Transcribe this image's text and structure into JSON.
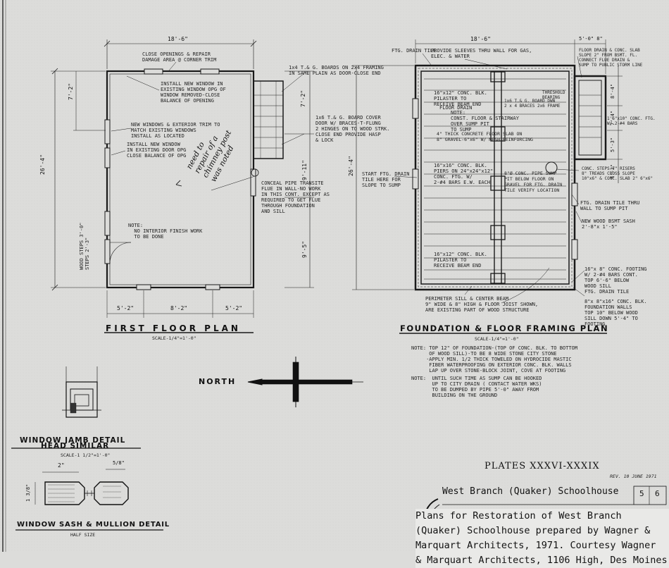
{
  "plans": {
    "first_floor": {
      "title": "FIRST FLOOR PLAN",
      "scale": "SCALE-1/4\"=1'-0\"",
      "dim_top": "18'-6\"",
      "dim_left_total": "26'-4\"",
      "dim_left_upper": "7'-2\"",
      "dim_right_upper": "7'-2\"",
      "dim_right_mid": "9'-11\"",
      "dim_right_lower": "9'-5\"",
      "dim_bottom": [
        "5'-2\"",
        "8'-2\"",
        "5'-2\""
      ],
      "notes": {
        "close_openings": "CLOSE OPENINGS & REPAIR\nDAMAGE AREA @ CORNER TRIM",
        "install_new_window": "INSTALL NEW WINDOW IN\nEXISTING WINDOW OPG OF\nWINDOW REMOVED-CLOSE\nBALANCE OF OPENING",
        "new_windows": "NEW WINDOWS & EXTERIOR TRIM TO\nMATCH EXISTING WINDOWS\nINSTALL AS LOCATED",
        "install_new_window_door": "INSTALL NEW WINDOW\nIN EXISTING DOOR OPG\nCLOSE BALANCE OF OPG",
        "tg_boards": "1x4 T.& G. BOARDS ON 2x4 FRAMING\nIN SAME PLAIN AS DOOR-CLOSE END",
        "tg_board_cover": "1x6 T.& G. BOARD COVER\nDOOR W/ BRACES-T-FLUNG\n2 HINGES ON TO WOOD STRK.\nCLOSE END PROVIDE HASP\n& LOCK",
        "conceal_pipe": "CONCEAL PIPE TRANSITE\nFLUE IN WALL-NO WORK\nIN THIS CONT. EXCEPT AS\nREQUIRED TO GET FLUE\nTHROUGH FOUNDATION\nAND SILL",
        "interior_note": "NOTE:\n  NO INTERIOR FINISH WORK\n  TO BE DONE",
        "wood_steps": "WOOD STEPS 3'-0\"\nSTEPS 2'-3\"",
        "handwritten": "need to\nrepair of a\nchimney post\nwas noted"
      }
    },
    "foundation": {
      "title": "FOUNDATION & FLOOR FRAMING PLAN",
      "scale": "SCALE-1/4\"=1'-0\"",
      "dim_top": "18'-6\"",
      "dim_top_right": "5'-0\" 8\"",
      "dim_left": "26'-4\"",
      "dim_right": [
        "8'-4\"",
        "7'-4\"",
        "5'-3\"",
        "4'-3\""
      ],
      "notes": {
        "ftg_drain_tile_top": "FTG. DRAIN TILE",
        "provide_sleeves": "PROVIDE SLEEVES THRU WALL FOR GAS,\nELEC. & WATER",
        "floor_drain": "FLOOR DRAIN & CONC. SLAB\nSLOPE 2\" FROM BSMT. FL.\nCONNECT FLUE DRAIN &\nSUMP TO PUBLIC STORM LINE",
        "pilaster_top": "16\"x12\" CONC. BLK.\nPILASTER TO\nRECEIVE BEAM END",
        "floor_drain_inner": "FLOOR DRAIN",
        "tg_board_dwn": "1x6 T.& G. BOARD DWN\n2 x 4 BRACES 2x6 FRAME",
        "note_const": "NOTE:\nCONST. FLOOR & STAIRWAY\nOVER SUMP PIT\nTO SUMP",
        "threshold": "THRESHOLD\nBEARING",
        "gravel": "4\" THICK CONCRETE FLOOR SLAB ON\n8\" GRAVEL-6\"x6\" W/ MESH REINFORCING",
        "conc_ftg_stair": "1'6\"x10\" CONC. FTG.\nW/ 2-#4 BARS",
        "pier_piers": "16\"x16\" CONC. BLK.\nPIERS ON 24\"x24\"x12\"\nCONC. FTG. W/\n2-#4 BARS E.W. EACH",
        "pipe_sump": "8\"Ø CONC. PIPE SUMP\nPIT BELOW FLOOR ON\nGRAVEL FOR FTG. DRAIN\nTILE VERIFY LOCATION",
        "start_ftg": "START FTG. DRAIN\nTILE HERE FOR\nSLOPE TO SUMP",
        "conc_steps": "CONC. STEPS 7\" RISERS\n8\" TREADS CROSS SLOPE\n10\"x6\" & CONC. SLAB 2\" 6\"x6\"",
        "ftg_drain_tile_wall": "FTG. DRAIN TILE THRU\nWALL TO SUMP PIT",
        "new_wood_sash": "NEW WOOD BSMT SASH\n2'-8\"x 1'-5\"",
        "pilaster_bottom": "16\"x12\" CONC. BLK.\nPILASTER TO\nRECEIVE BEAM END",
        "conc_footing": "16\"x 8\" CONC. FOOTING\nW/ 2-#4 BARS CONT.\nTOP 6'-6\" BELOW\nWOOD SILL",
        "ftg_drain_tile_bottom": "FTG. DRAIN TILE",
        "perimeter_sill": "PERIMETER SILL & CENTER BEAM\n9\" WIDE & 8\" HIGH & FLOOR JOIST SHOWN,\nARE EXISTING PART OF WOOD STRUCTURE",
        "foundation_walls": "8\"x 8\"x16\" CONC. BLK.\nFOUNDATION WALLS\nTOP 10\" BELOW WOOD\nSILL DOWN 5'-4\" TO\nFOOTING"
      },
      "note_block_1": "NOTE: TOP 12\" OF FOUNDATION-(TOP OF CONC. BLK. TO BOTTOM\n      OF WOOD SILL)-TO BE 8 WIDE STONE CITY STONE\n     ·APPLY MIN. 1/2 THICK TOWELED ON HYDROCIDE MASTIC\n      FIBER WATERPROOFING ON EXTERIOR CONC. BLK. WALLS\n      LAP UP OVER STONE-BLOCK JOINT, COVE AT FOOTING",
      "note_block_2": "NOTE:  UNTIL SUCH TIME AS SUMP CAN BE HOOKED\n       UP TO CITY DRAIN ( CONTACT WATER WKS)\n       TO BE DUMPED BY PIPE 5'-0\" AWAY FROM\n       BUILDING ON THE GROUND"
    },
    "north_label": "NORTH",
    "window_jamb": {
      "title_1": "WINDOW JAMB DETAIL",
      "title_2": "HEAD SIMILAR",
      "scale": "SCALE-1 1/2\"=1'-0\""
    },
    "window_sash": {
      "title": "WINDOW SASH & MULLION DETAIL",
      "scale": "HALF SIZE",
      "dim_2": "2\"",
      "dim_58": "5/8\"",
      "dim_138": "1 3/8\""
    }
  },
  "title_block": {
    "plates": "PLATES XXXVI-XXXIX",
    "rev_date": "REV. 10 JUNE 1971",
    "school": "West Branch (Quaker) Schoolhouse",
    "sheet_no": "5",
    "sheet_of": "6"
  },
  "caption": {
    "line1": "   Plans for Restoration of West Branch",
    "line2": "(Quaker) Schoolhouse prepared by Wagner &",
    "line3": "Marquart Architects, 1971.  Courtesy Wagner",
    "line4": "& Marquart Architects, 1106 High, Des Moines"
  }
}
